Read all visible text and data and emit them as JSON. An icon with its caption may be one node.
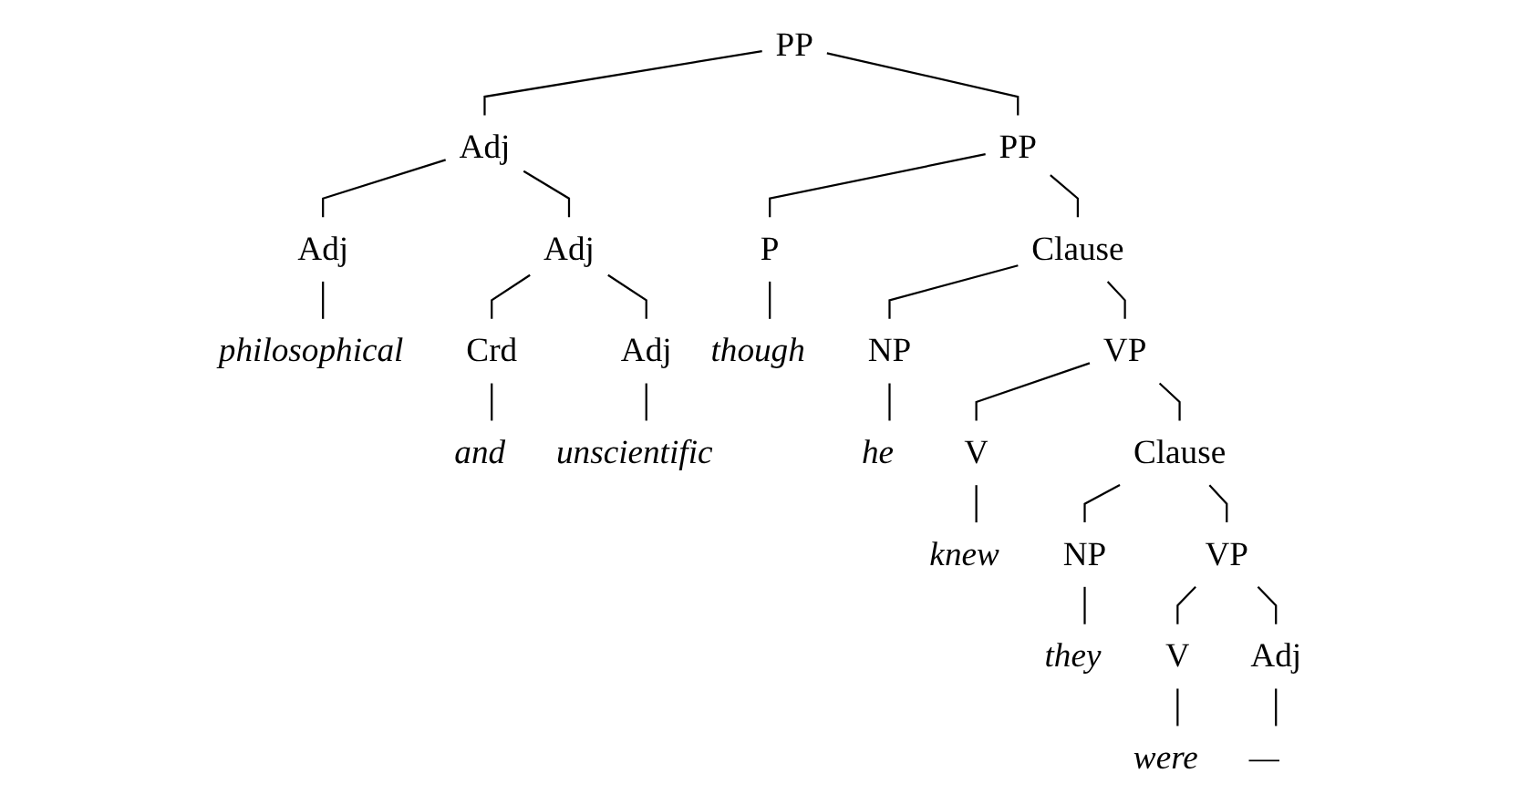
{
  "diagram": {
    "nodes": [
      {
        "text": [
          "PP"
        ]
      },
      {
        "text": [
          "Adj"
        ]
      },
      {
        "text": [
          "PP"
        ]
      },
      {
        "text": [
          "Adj"
        ]
      },
      {
        "text": [
          "Adj"
        ]
      },
      {
        "text": [
          "P"
        ]
      },
      {
        "text": [
          "Clause"
        ]
      },
      {
        "text": [
          "philosophical"
        ]
      },
      {
        "text": [
          "Crd"
        ]
      },
      {
        "text": [
          "Adj"
        ]
      },
      {
        "text": [
          "though"
        ]
      },
      {
        "text": [
          "NP"
        ]
      },
      {
        "text": [
          "VP"
        ]
      },
      {
        "text": [
          "and"
        ]
      },
      {
        "text": [
          "unscientific"
        ]
      },
      {
        "text": [
          "he"
        ]
      },
      {
        "text": [
          "V"
        ]
      },
      {
        "text": [
          "Clause"
        ]
      },
      {
        "text": [
          "knew"
        ]
      },
      {
        "text": [
          "NP"
        ]
      },
      {
        "text": [
          "VP"
        ]
      },
      {
        "text": [
          "they"
        ]
      },
      {
        "text": [
          "V"
        ]
      },
      {
        "text": [
          "Adj"
        ]
      },
      {
        "text": [
          "were"
        ]
      },
      {
        "text": [
          "—"
        ]
      }
    ],
    "edges": [
      {
        "from": 0,
        "to": 1,
        "arrow": "none"
      },
      {
        "from": 1,
        "to": 3,
        "arrow": "none"
      },
      {
        "from": 3,
        "to": 7,
        "arrow": "none"
      },
      {
        "from": 1,
        "to": 4,
        "arrow": "none"
      },
      {
        "from": 4,
        "to": 8,
        "arrow": "none"
      },
      {
        "from": 8,
        "to": 13,
        "arrow": "none"
      },
      {
        "from": 4,
        "to": 9,
        "arrow": "none"
      },
      {
        "from": 9,
        "to": 14,
        "arrow": "none"
      },
      {
        "from": 0,
        "to": 2,
        "arrow": "none"
      },
      {
        "from": 2,
        "to": 5,
        "arrow": "none"
      },
      {
        "from": 5,
        "to": 10,
        "arrow": "none"
      },
      {
        "from": 2,
        "to": 6,
        "arrow": "none"
      },
      {
        "from": 6,
        "to": 11,
        "arrow": "none"
      },
      {
        "from": 11,
        "to": 15,
        "arrow": "none"
      },
      {
        "from": 6,
        "to": 12,
        "arrow": "none"
      },
      {
        "from": 12,
        "to": 16,
        "arrow": "none"
      },
      {
        "from": 16,
        "to": 18,
        "arrow": "none"
      },
      {
        "from": 12,
        "to": 17,
        "arrow": "none"
      },
      {
        "from": 17,
        "to": 19,
        "arrow": "none"
      },
      {
        "from": 19,
        "to": 21,
        "arrow": "none"
      },
      {
        "from": 17,
        "to": 20,
        "arrow": "none"
      },
      {
        "from": 20,
        "to": 22,
        "arrow": "none"
      },
      {
        "from": 22,
        "to": 24,
        "arrow": "none"
      },
      {
        "from": 20,
        "to": 23,
        "arrow": "none"
      },
      {
        "from": 23,
        "to": 25,
        "arrow": "none"
      }
    ]
  }
}
